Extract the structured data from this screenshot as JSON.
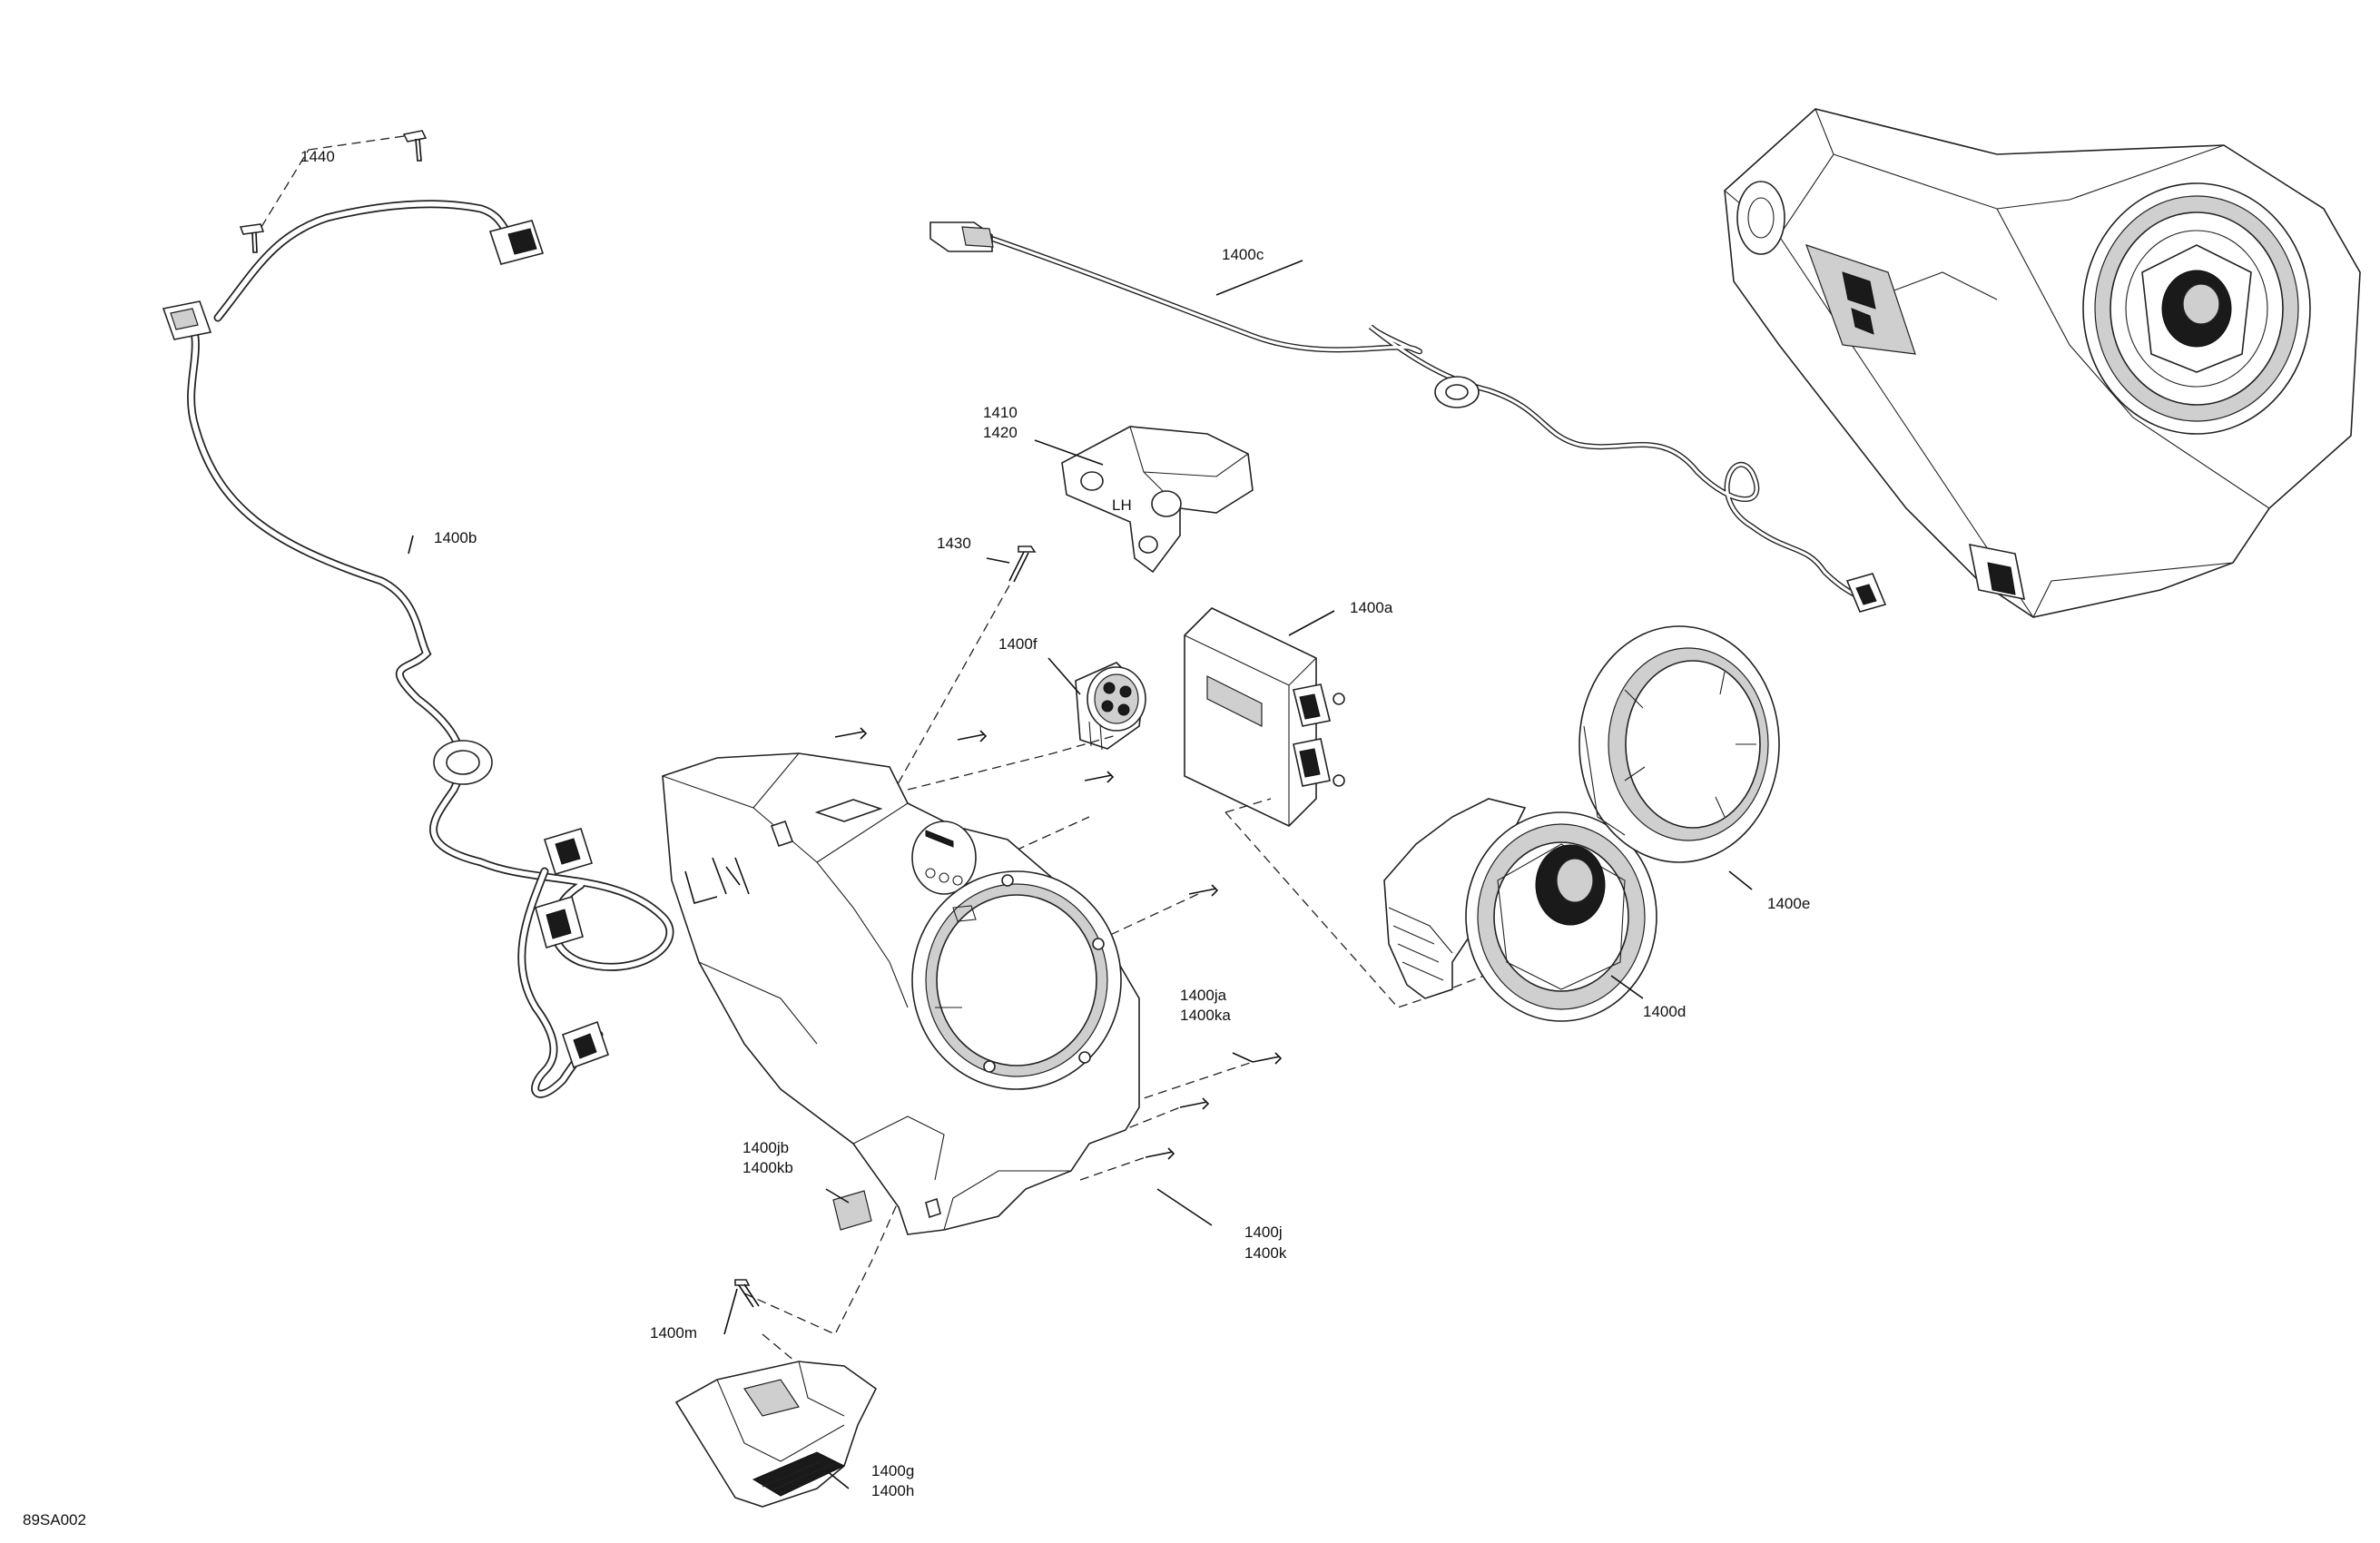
{
  "diagram": {
    "figure_code": "89SA002",
    "callouts": {
      "c1440": "1440",
      "c1400b": "1400b",
      "c1400c": "1400c",
      "c1410": "1410",
      "c1420": "1420",
      "c1430": "1430",
      "c1400a": "1400a",
      "c1400f": "1400f",
      "c1400e": "1400e",
      "c1400d": "1400d",
      "c1400ja": "1400ja",
      "c1400ka": "1400ka",
      "c1400jb": "1400jb",
      "c1400kb": "1400kb",
      "c1400j": "1400j",
      "c1400k": "1400k",
      "c1400m": "1400m",
      "c1400g": "1400g",
      "c1400h": "1400h"
    },
    "panel_marking": "LH"
  }
}
